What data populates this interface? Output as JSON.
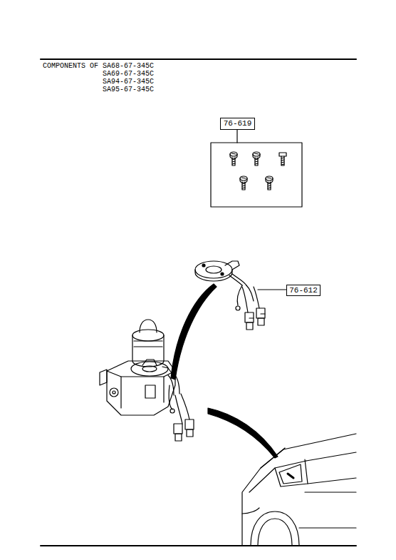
{
  "diagram": {
    "title": "COMPONENTS OF SA68-67-345C SA69-67-345C SA94-67-345C SA95-67-345C",
    "nodes": [
      {
        "text": [
          "76-619"
        ]
      },
      {
        "text": [
          "76-612"
        ]
      }
    ]
  }
}
